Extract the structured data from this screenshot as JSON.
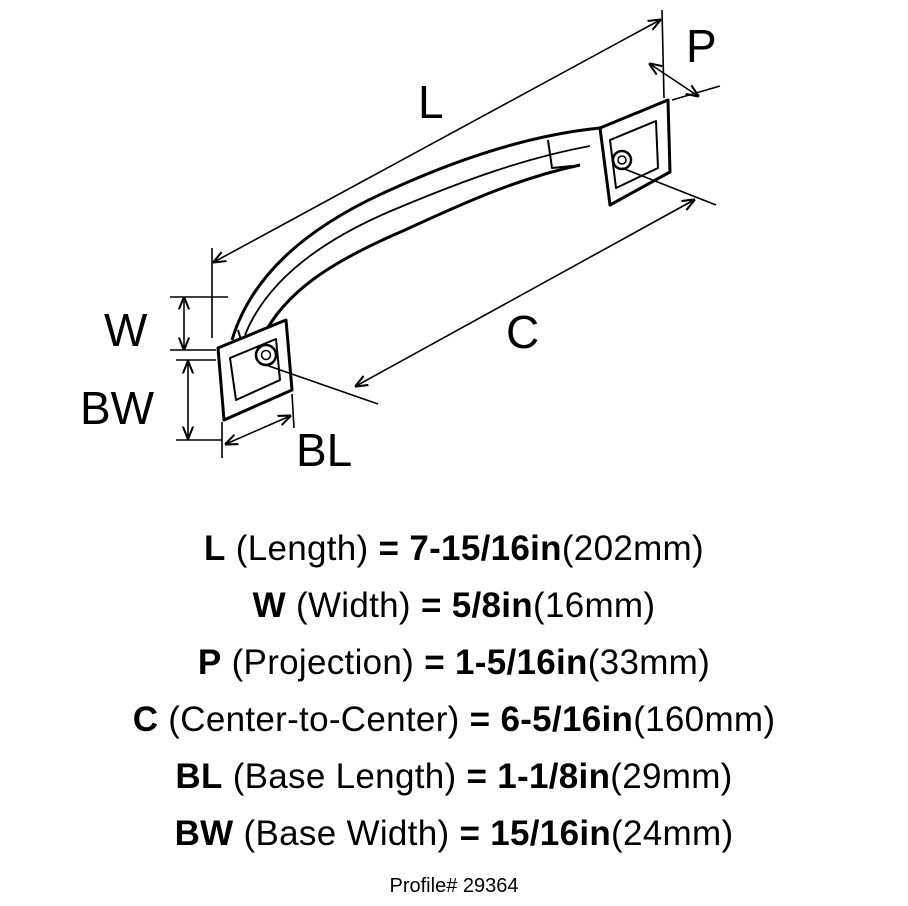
{
  "diagram": {
    "labels": {
      "L": "L",
      "P": "P",
      "W": "W",
      "BW": "BW",
      "C": "C",
      "BL": "BL"
    }
  },
  "specs": [
    {
      "code": "L",
      "name": "(Length)",
      "eq": "=",
      "value": "7-15/16in",
      "metric": "(202mm)"
    },
    {
      "code": "W",
      "name": "(Width)",
      "eq": "=",
      "value": "5/8in",
      "metric": "(16mm)"
    },
    {
      "code": "P",
      "name": "(Projection)",
      "eq": "=",
      "value": "1-5/16in",
      "metric": "(33mm)"
    },
    {
      "code": "C",
      "name": "(Center-to-Center)",
      "eq": "=",
      "value": "6-5/16in",
      "metric": "(160mm)"
    },
    {
      "code": "BL",
      "name": "(Base Length)",
      "eq": "=",
      "value": "1-1/8in",
      "metric": "(29mm)"
    },
    {
      "code": "BW",
      "name": "(Base Width)",
      "eq": "=",
      "value": "15/16in",
      "metric": "(24mm)"
    }
  ],
  "profile": "Profile# 29364"
}
